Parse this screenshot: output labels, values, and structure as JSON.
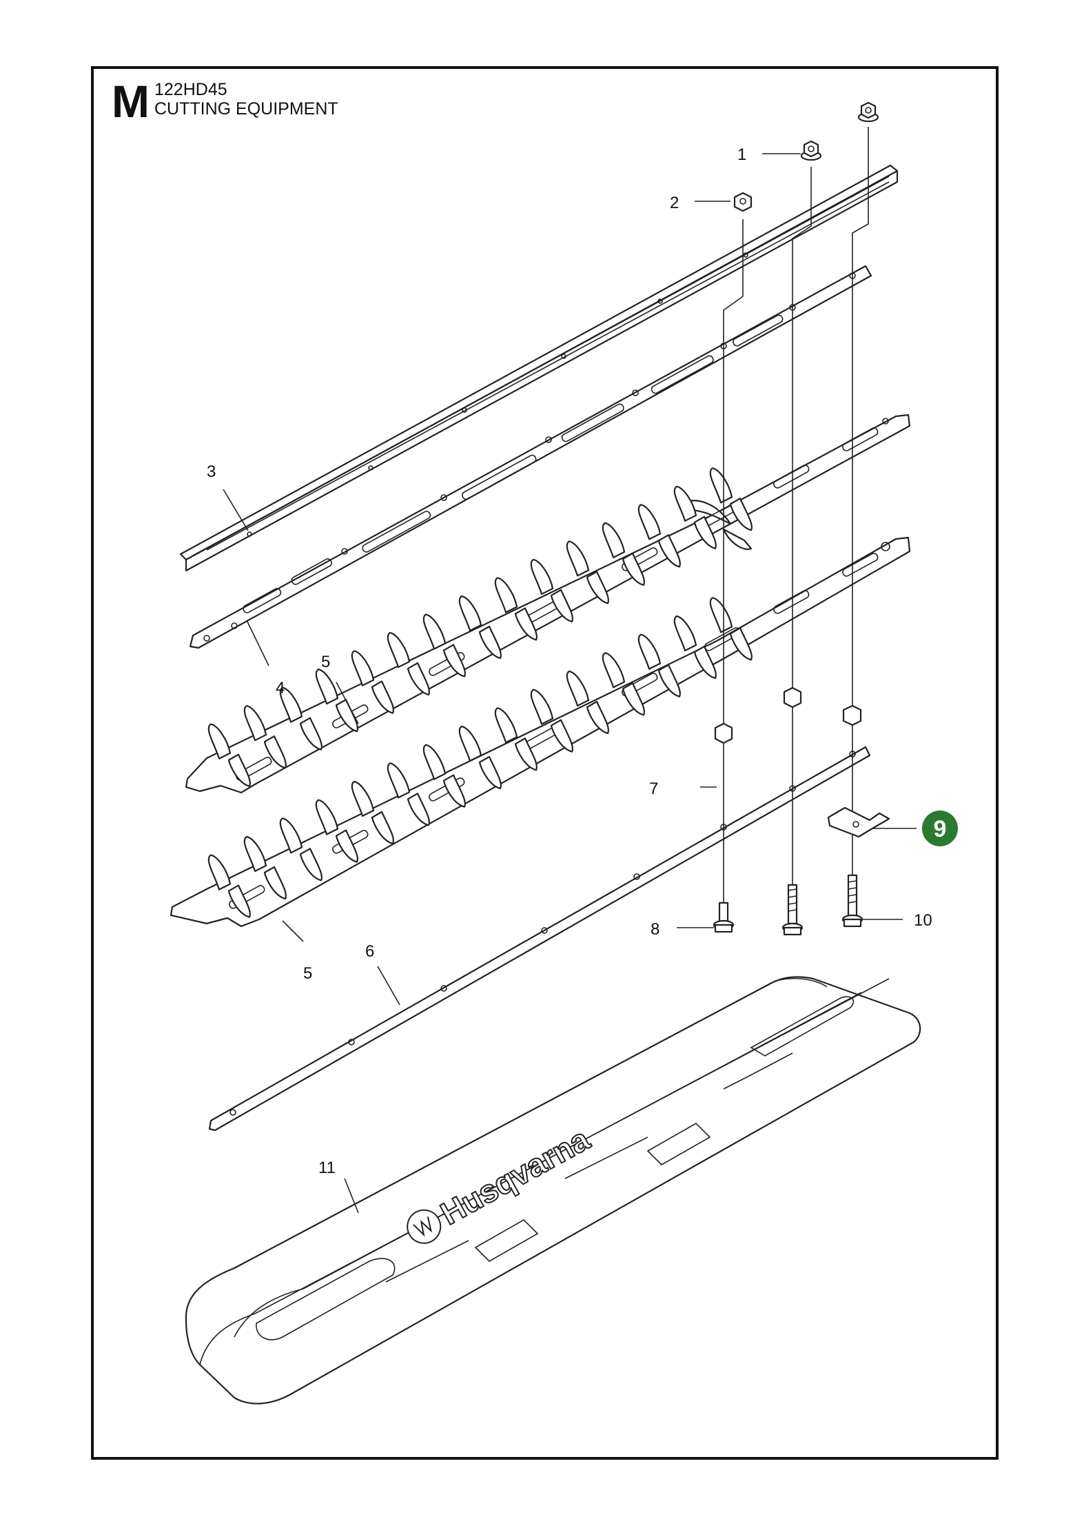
{
  "header": {
    "section_letter": "M",
    "model": "122HD45",
    "title": "CUTTING EQUIPMENT"
  },
  "callouts": {
    "c1": "1",
    "c2": "2",
    "c3": "3",
    "c4": "4",
    "c5a": "5",
    "c5b": "5",
    "c6": "6",
    "c7": "7",
    "c8": "8",
    "c9": "9",
    "c10": "10",
    "c11": "11"
  },
  "highlight": {
    "callout": "9",
    "color": "#2a7a32"
  },
  "logo": {
    "text": "Husqvarna",
    "icon": "husqvarna-crown-icon"
  }
}
